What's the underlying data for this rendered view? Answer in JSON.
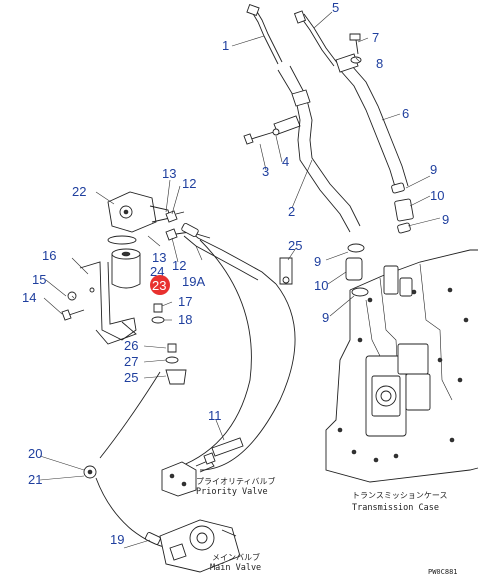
{
  "labels": {
    "p1": "1",
    "p2": "2",
    "p3": "3",
    "p4": "4",
    "p5": "5",
    "p6": "6",
    "p7": "7",
    "p8": "8",
    "p9a": "9",
    "p9b": "9",
    "p9c": "9",
    "p9d": "9",
    "p10a": "10",
    "p10b": "10",
    "p11": "11",
    "p12a": "12",
    "p12b": "12",
    "p13a": "13",
    "p13b": "13",
    "p14": "14",
    "p15": "15",
    "p16": "16",
    "p17": "17",
    "p18": "18",
    "p19": "19",
    "p19a": "19A",
    "p20": "20",
    "p21": "21",
    "p22": "22",
    "p23": "23",
    "p24": "24",
    "p25a": "25",
    "p25b": "25",
    "p26": "26",
    "p27": "27"
  },
  "captions": {
    "priority_jp": "プライオリティバルブ",
    "priority_en": "Priority Valve",
    "main_jp": "メインバルブ",
    "main_en": "Main Valve",
    "trans_jp": "トランスミッションケース",
    "trans_en": "Transmission Case"
  },
  "drawing_code": "PW0C881",
  "highlight_color": "#e8312f"
}
